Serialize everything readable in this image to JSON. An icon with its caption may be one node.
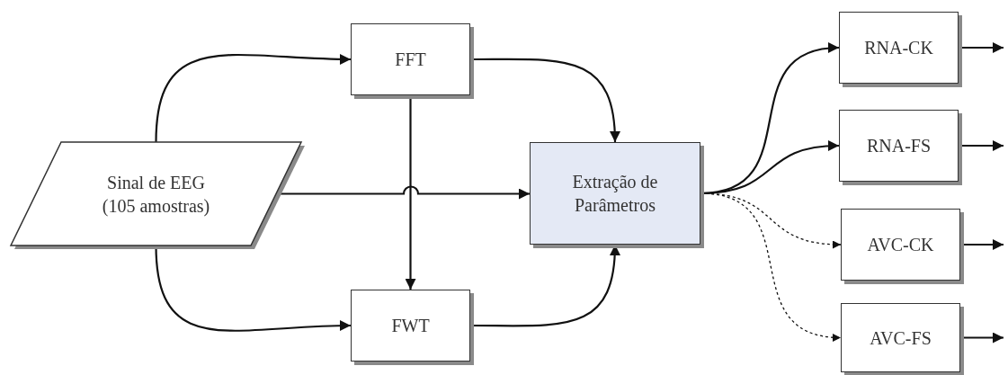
{
  "diagram": {
    "nodes": [
      {
        "text": [
          "Sinal de EEG (105 amostras)"
        ]
      },
      {
        "text": [
          "FFT"
        ]
      },
      {
        "text": [
          "FWT"
        ]
      },
      {
        "text": [
          "Extração de Parâmetros"
        ]
      },
      {
        "text": [
          "RNA-CK"
        ]
      },
      {
        "text": [
          "RNA-FS"
        ]
      },
      {
        "text": [
          "AVC-CK"
        ]
      },
      {
        "text": [
          "AVC-FS"
        ]
      }
    ],
    "edges": [
      {
        "from": 0,
        "to": 1,
        "arrow": "to"
      },
      {
        "from": 0,
        "to": 2,
        "arrow": "to"
      },
      {
        "from": 0,
        "to": 3,
        "arrow": "to"
      },
      {
        "from": 1,
        "to": 2,
        "arrow": "to"
      },
      {
        "from": 1,
        "to": 3,
        "arrow": "to"
      },
      {
        "from": 2,
        "to": 3,
        "arrow": "to"
      },
      {
        "from": 3,
        "to": 4,
        "arrow": "to"
      },
      {
        "from": 3,
        "to": 5,
        "arrow": "to"
      },
      {
        "from": 3,
        "to": 6,
        "arrow": "to",
        "style": "dashed"
      },
      {
        "from": 3,
        "to": 7,
        "arrow": "to",
        "style": "dashed"
      },
      {
        "from": 4,
        "to": null,
        "arrow": "to"
      },
      {
        "from": 5,
        "to": null,
        "arrow": "to"
      },
      {
        "from": 6,
        "to": null,
        "arrow": "to"
      },
      {
        "from": 7,
        "to": null,
        "arrow": "to"
      }
    ]
  }
}
